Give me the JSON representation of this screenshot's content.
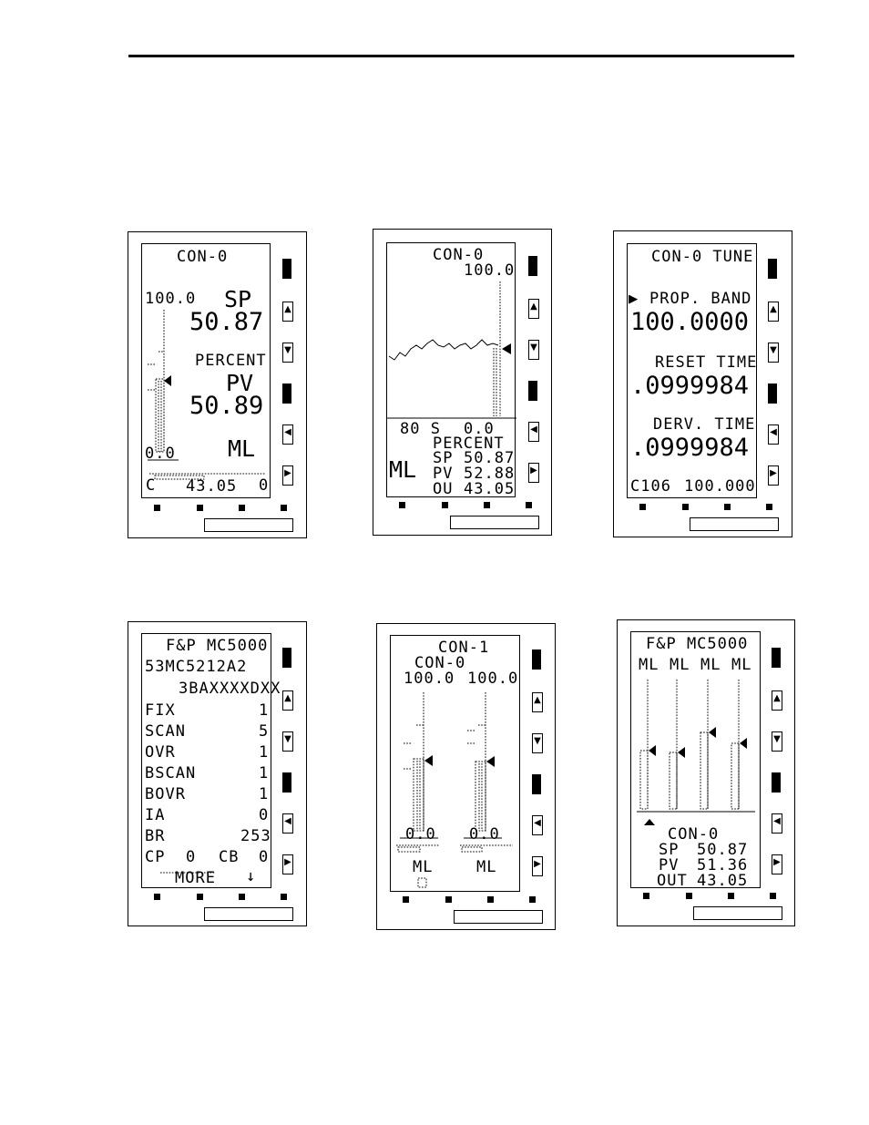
{
  "panel1": {
    "title": "CON-0",
    "scale_high": "100.0",
    "sp_label": "SP",
    "sp_value": "50.87",
    "units": "PERCENT",
    "pv_label": "PV",
    "pv_value": "50.89",
    "scale_low": "0.0",
    "mode": "ML",
    "out_left": "C",
    "out_value": "43.05",
    "out_right": "0"
  },
  "panel2": {
    "title": "CON-0",
    "scale_high": "100.0",
    "time_span": "80 S",
    "scale_low": "0.0",
    "units": "PERCENT",
    "mode": "ML",
    "sp_label": "SP",
    "sp_value": "50.87",
    "pv_label": "PV",
    "pv_value": "52.88",
    "out_label": "OU",
    "out_value": "43.05"
  },
  "panel3": {
    "title": "CON-0 TUNE",
    "pointer": "▶",
    "param1_label": "PROP. BAND",
    "param1_value": "100.0000",
    "param2_label": "RESET TIME",
    "param2_value": ".0999984",
    "param3_label": "DERV. TIME",
    "param3_value": ".0999984",
    "footer_code": "C106",
    "footer_value": "100.000"
  },
  "panel4": {
    "title": "F&P MC5000",
    "line1": "53MC5212A2",
    "line2": "3BAXXXXDXX",
    "rows": [
      {
        "label": "FIX",
        "value": "1"
      },
      {
        "label": "SCAN",
        "value": "5"
      },
      {
        "label": "OVR",
        "value": "1"
      },
      {
        "label": "BSCAN",
        "value": "1"
      },
      {
        "label": "BOVR",
        "value": "1"
      },
      {
        "label": "IA",
        "value": "0"
      },
      {
        "label": "BR",
        "value": "253"
      }
    ],
    "cp_label": "CP",
    "cp_value": "0",
    "cb_label": "CB",
    "cb_value": "0",
    "more_label": "MORE",
    "more_arrow": "↓"
  },
  "panel5": {
    "title1": "CON-1",
    "title2": "CON-0",
    "left_high": "100.0",
    "right_high": "100.0",
    "left_low": "0.0",
    "right_low": "0.0",
    "left_mode": "ML",
    "right_mode": "ML"
  },
  "panel6": {
    "title": "F&P MC5000",
    "modes": [
      "ML",
      "ML",
      "ML",
      "ML"
    ],
    "loop": "CON-0",
    "sp_label": "SP",
    "sp_value": "50.87",
    "pv_label": "PV",
    "pv_value": "51.36",
    "out_label": "OUT",
    "out_value": "43.05"
  },
  "keys": {
    "up": "▲",
    "down": "▼",
    "left": "◀",
    "right": "▶"
  }
}
